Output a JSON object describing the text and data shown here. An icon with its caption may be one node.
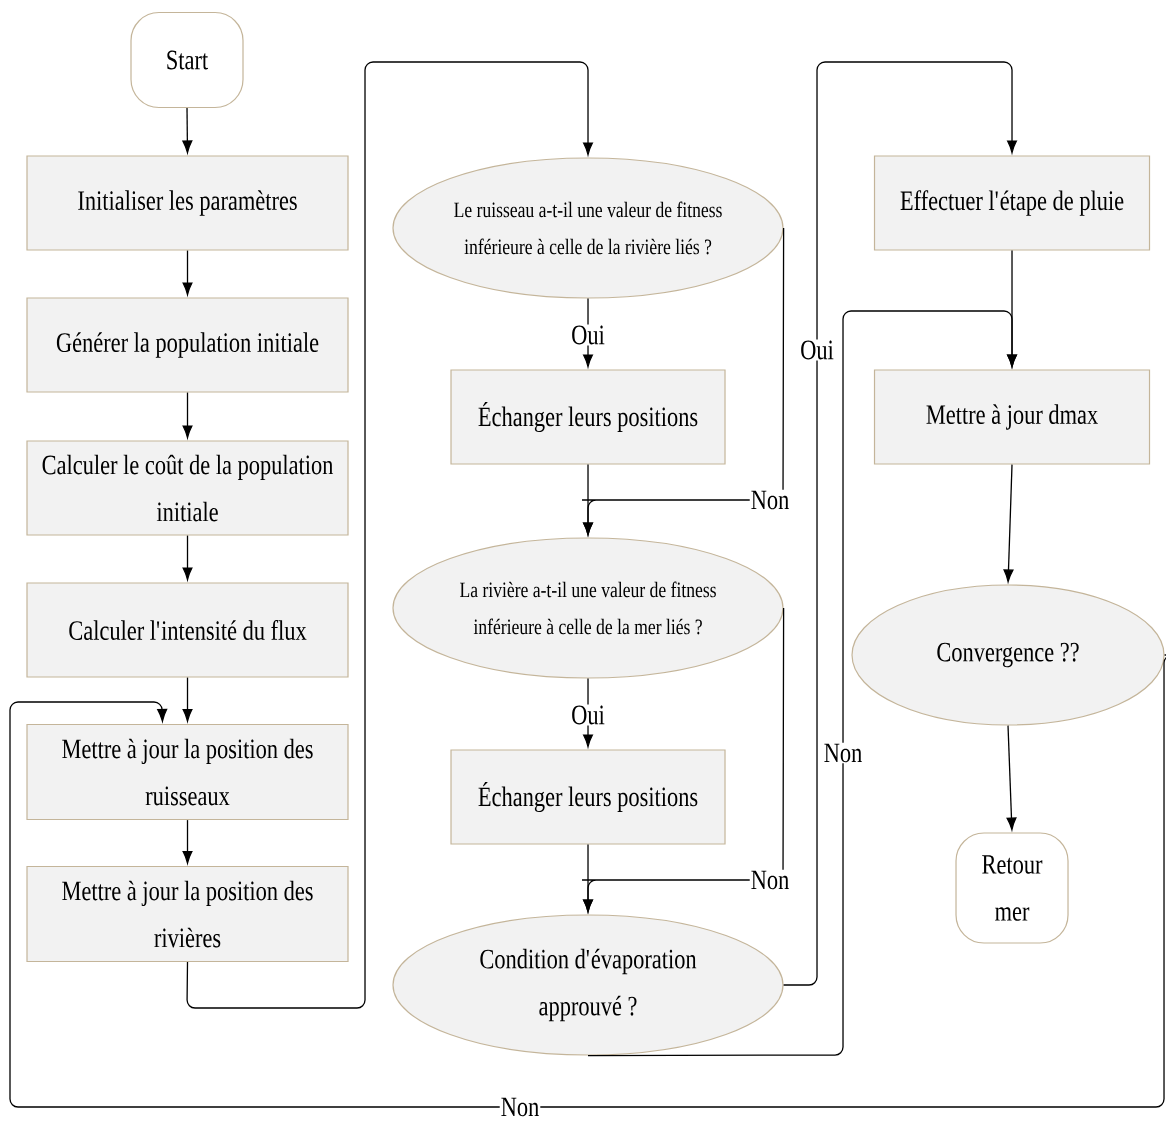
{
  "diagram": {
    "nodes": [
      {
        "text": [
          "Start"
        ]
      },
      {
        "text": [
          "Initialiser les paramètres"
        ]
      },
      {
        "text": [
          "Générer la population initiale"
        ]
      },
      {
        "text": [
          "Calculer le coût de la population initiale"
        ]
      },
      {
        "text": [
          "Calculer l'intensité du flux"
        ]
      },
      {
        "text": [
          "Mettre à jour la position des ruisseaux"
        ]
      },
      {
        "text": [
          "Mettre à jour la position des rivières"
        ]
      },
      {
        "text": [
          "Le ruisseau a-t-il une valeur de fitness inférieure à celle de la rivière liés ?"
        ]
      },
      {
        "text": [
          "Échanger leurs positions"
        ]
      },
      {
        "text": [
          "La rivière a-t-il une valeur de fitness inférieure à celle de la mer liés ?"
        ]
      },
      {
        "text": [
          "Échanger leurs positions"
        ]
      },
      {
        "text": [
          "Condition d'évaporation approuvé ?"
        ]
      },
      {
        "text": [
          "Effectuer l'étape de pluie"
        ]
      },
      {
        "text": [
          "Mettre à jour dmax"
        ]
      },
      {
        "text": [
          "Convergence ??"
        ]
      },
      {
        "text": [
          "Retour mer"
        ]
      }
    ],
    "edges": [
      {
        "from": 0,
        "to": 1,
        "arrow": "to"
      },
      {
        "from": 1,
        "to": 2,
        "arrow": "to"
      },
      {
        "from": 2,
        "to": 3,
        "arrow": "to"
      },
      {
        "from": 3,
        "to": 4,
        "arrow": "to"
      },
      {
        "from": 4,
        "to": 5,
        "arrow": "to"
      },
      {
        "from": 5,
        "to": 6,
        "arrow": "to"
      },
      {
        "from": 6,
        "to": 7,
        "arrow": "to"
      },
      {
        "from": 7,
        "to": 8,
        "arrow": "to",
        "label": "Oui"
      },
      {
        "from": 7,
        "to": 9,
        "arrow": "to",
        "label": "Non"
      },
      {
        "from": 8,
        "to": 9,
        "arrow": "to"
      },
      {
        "from": 9,
        "to": 10,
        "arrow": "to",
        "label": "Oui"
      },
      {
        "from": 9,
        "to": 11,
        "arrow": "to",
        "label": "Non"
      },
      {
        "from": 10,
        "to": 11,
        "arrow": "to"
      },
      {
        "from": 11,
        "to": 12,
        "arrow": "to",
        "label": "Oui"
      },
      {
        "from": 11,
        "to": 13,
        "arrow": "to",
        "label": "Non"
      },
      {
        "from": 12,
        "to": 13,
        "arrow": "to"
      },
      {
        "from": 13,
        "to": 14,
        "arrow": "to"
      },
      {
        "from": 14,
        "to": 15,
        "arrow": "to"
      },
      {
        "from": 14,
        "to": 5,
        "arrow": "to",
        "label": "Non"
      }
    ]
  }
}
